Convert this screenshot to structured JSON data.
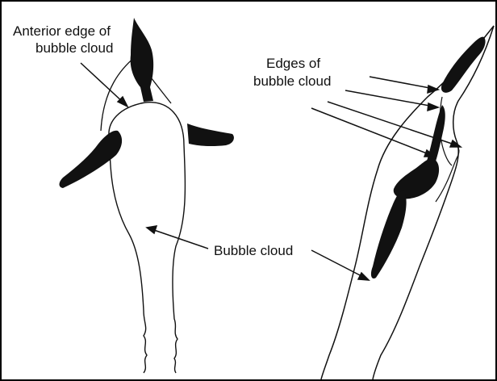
{
  "labels": {
    "anterior_edge_line1": "Anterior edge of",
    "anterior_edge_line2": "bubble cloud",
    "edges_line1": "Edges of",
    "edges_line2": "bubble cloud",
    "bubble_cloud": "Bubble cloud"
  },
  "colors": {
    "ink": "#111111",
    "background": "#ffffff",
    "border": "#000000"
  }
}
